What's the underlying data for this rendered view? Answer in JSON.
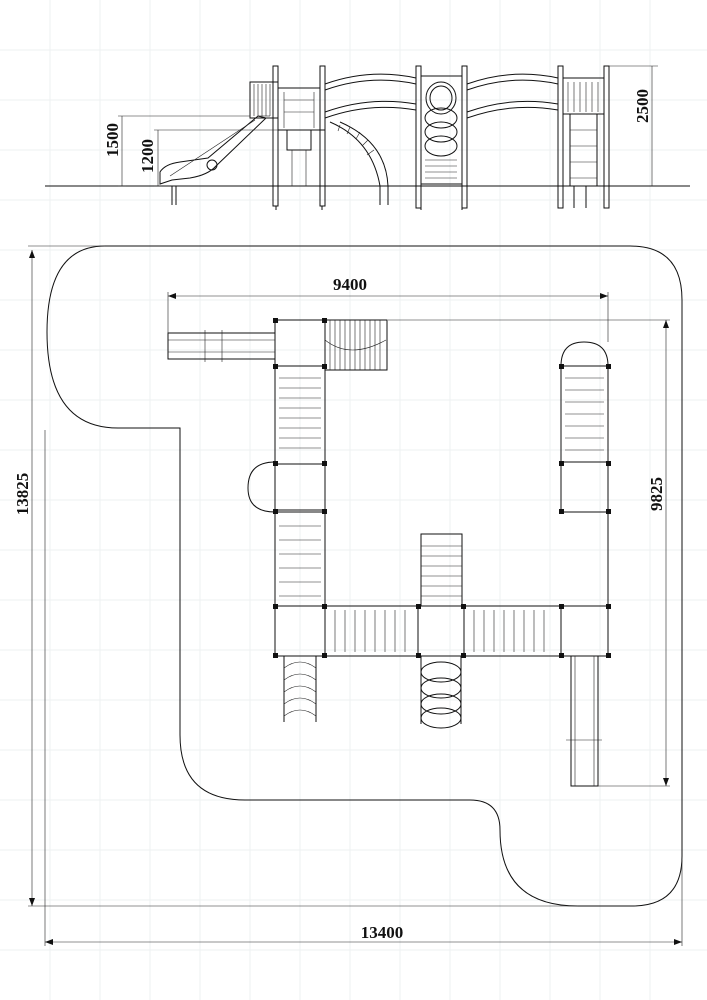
{
  "drawing": {
    "elevation": {
      "height_total": "2500",
      "height_platform_high": "1500",
      "height_platform_low": "1200"
    },
    "plan": {
      "overall_width": "13400",
      "overall_depth": "13825",
      "structure_width": "9400",
      "structure_depth": "9825"
    }
  }
}
